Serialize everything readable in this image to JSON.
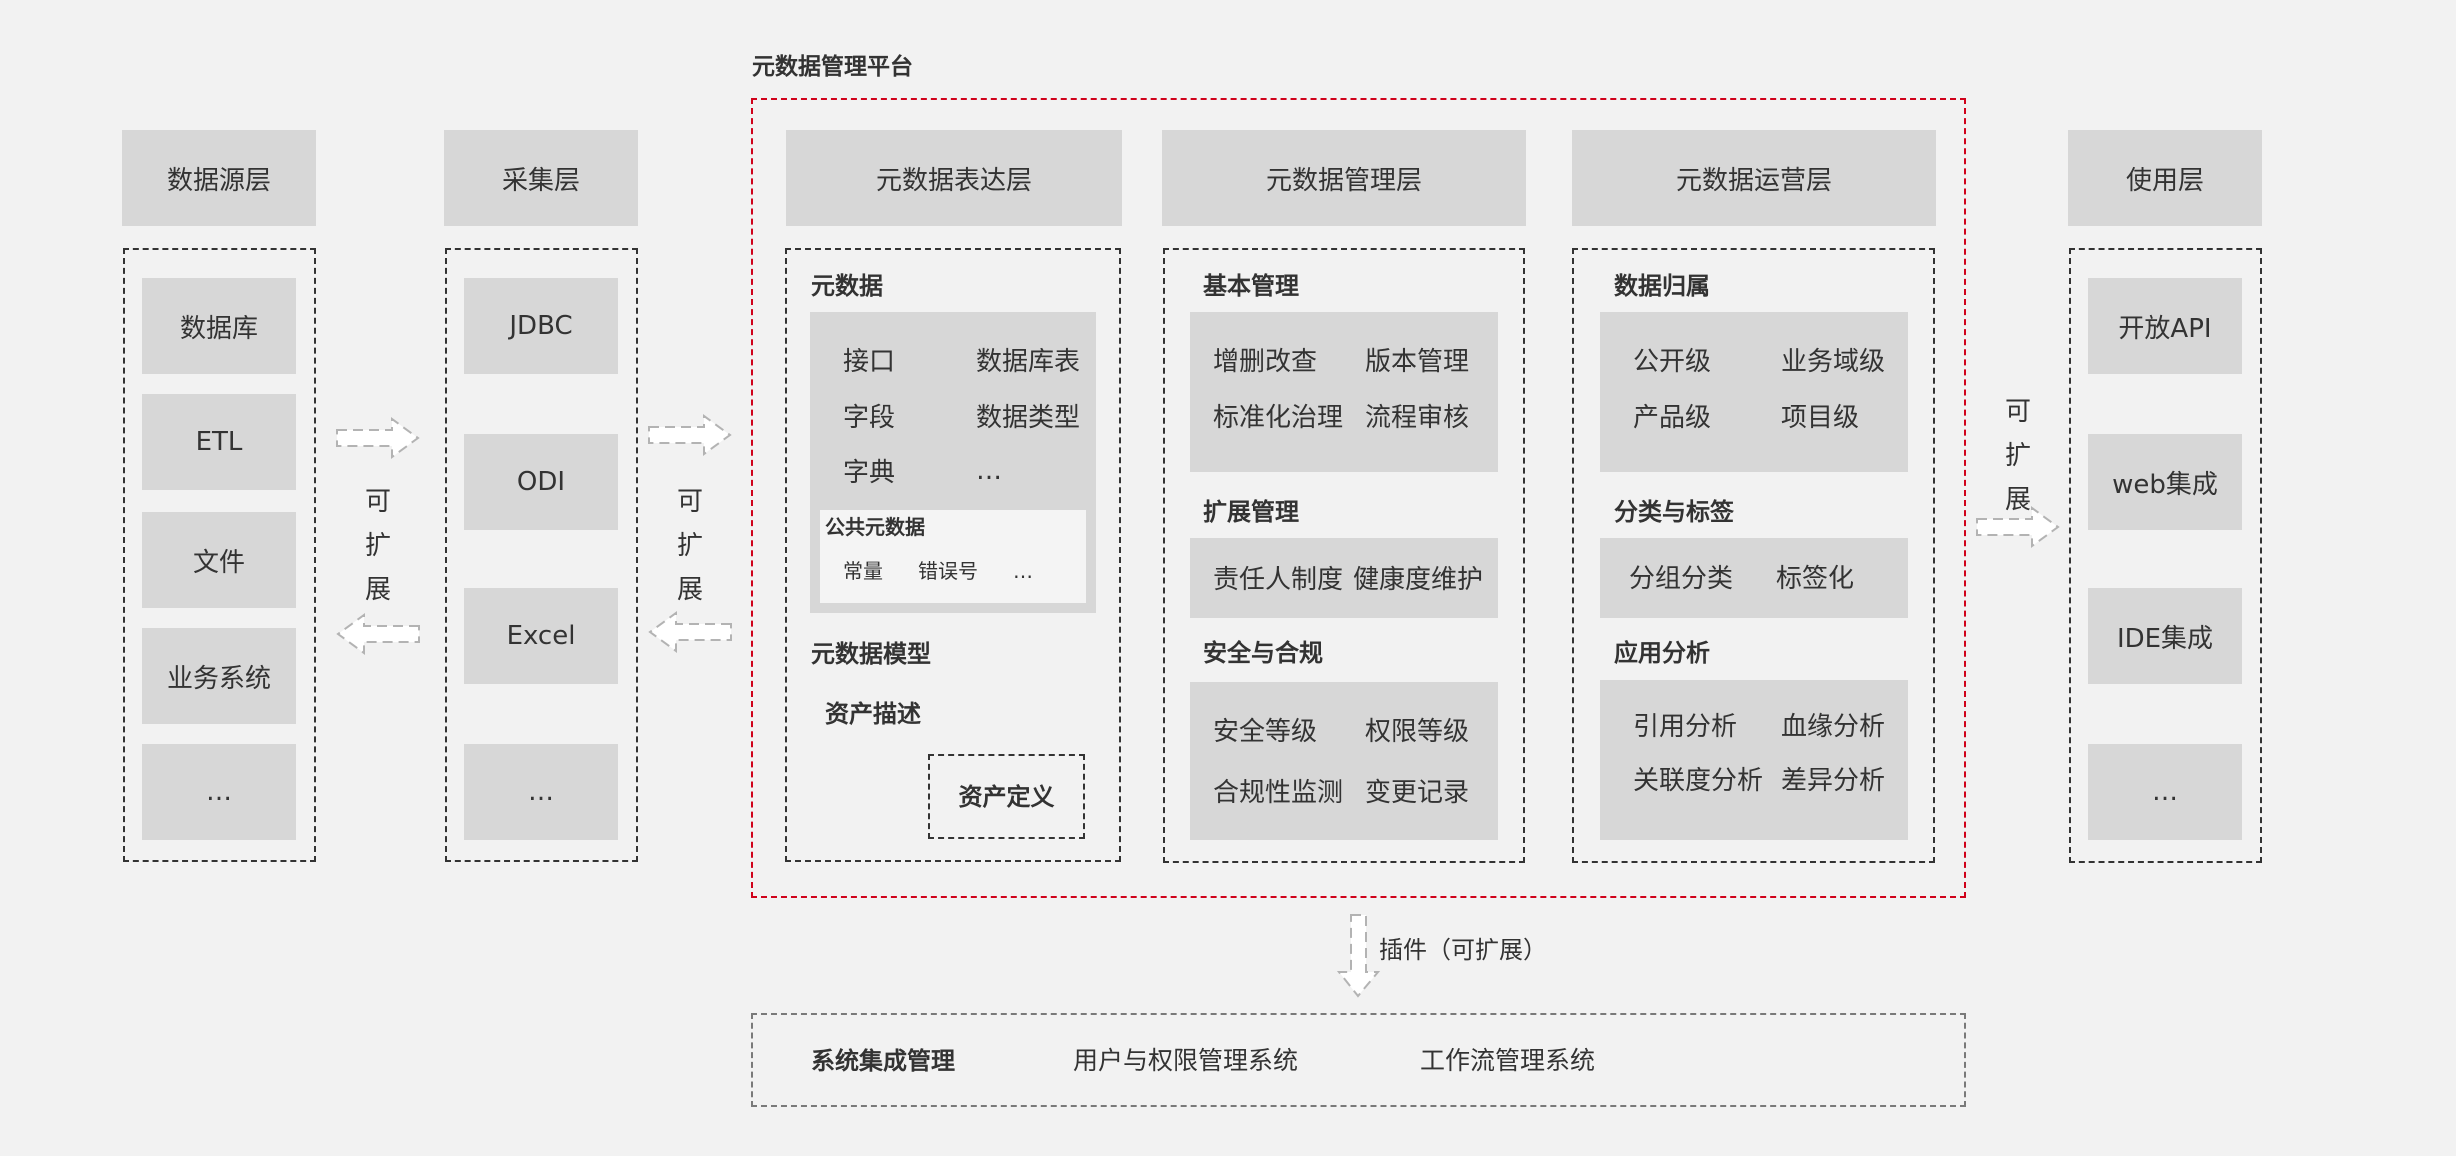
{
  "platform": {
    "title": "元数据管理平台",
    "accent_color": "#d0021b"
  },
  "source_layer": {
    "header": "数据源层",
    "items": [
      "数据库",
      "ETL",
      "文件",
      "业务系统",
      "…"
    ]
  },
  "collection_layer": {
    "header": "采集层",
    "items": [
      "JDBC",
      "ODI",
      "Excel",
      "…"
    ]
  },
  "expression_layer": {
    "header": "元数据表达层",
    "metadata": {
      "label": "元数据",
      "items": [
        "接口",
        "数据库表",
        "字段",
        "数据类型",
        "字典",
        "…"
      ],
      "public": {
        "label": "公共元数据",
        "items": [
          "常量",
          "错误号",
          "…"
        ]
      }
    },
    "model": {
      "label": "元数据模型",
      "asset_desc": "资产描述",
      "asset_def": "资产定义"
    }
  },
  "management_layer": {
    "header": "元数据管理层",
    "groups": [
      {
        "label": "基本管理",
        "items": [
          "增删改查",
          "版本管理",
          "标准化治理",
          "流程审核"
        ]
      },
      {
        "label": "扩展管理",
        "items": [
          "责任人制度",
          "健康度维护"
        ]
      },
      {
        "label": "安全与合规",
        "items": [
          "安全等级",
          "权限等级",
          "合规性监测",
          "变更记录"
        ]
      }
    ]
  },
  "operation_layer": {
    "header": "元数据运营层",
    "groups": [
      {
        "label": "数据归属",
        "items": [
          "公开级",
          "业务域级",
          "产品级",
          "项目级"
        ]
      },
      {
        "label": "分类与标签",
        "items": [
          "分组分类",
          "标签化"
        ]
      },
      {
        "label": "应用分析",
        "items": [
          "引用分析",
          "血缘分析",
          "关联度分析",
          "差异分析"
        ]
      }
    ]
  },
  "usage_layer": {
    "header": "使用层",
    "items": [
      "开放API",
      "web集成",
      "IDE集成",
      "…"
    ]
  },
  "connectors": {
    "extensible_1": [
      "可",
      "扩",
      "展"
    ],
    "extensible_2": [
      "可",
      "扩",
      "展"
    ],
    "extensible_3": [
      "可",
      "扩",
      "展"
    ],
    "plugin_label": "插件（可扩展）"
  },
  "plugins": {
    "items": [
      "系统集成管理",
      "用户与权限管理系统",
      "工作流管理系统"
    ]
  }
}
